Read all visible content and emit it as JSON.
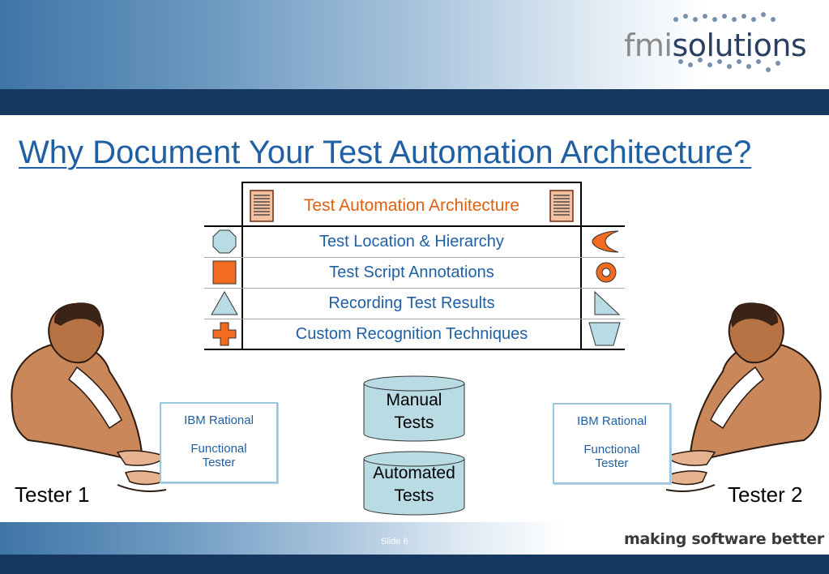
{
  "logo": {
    "part1": "fmi",
    "part2": "solutions"
  },
  "title": "Why Document Your Test Automation Architecture?",
  "architecture": {
    "header": "Test Automation Architecture",
    "rows": [
      {
        "label": "Test Location & Hierarchy",
        "left_icon": "octagon-icon",
        "right_icon": "crescent-icon"
      },
      {
        "label": "Test Script Annotations",
        "left_icon": "square-icon",
        "right_icon": "ring-icon"
      },
      {
        "label": "Recording Test Results",
        "left_icon": "triangle-icon",
        "right_icon": "right-triangle-icon"
      },
      {
        "label": "Custom Recognition Techniques",
        "left_icon": "cross-icon",
        "right_icon": "trapezoid-icon"
      }
    ]
  },
  "testers": [
    {
      "label": "Tester 1",
      "tool": {
        "line1": "IBM Rational",
        "line2": "Functional",
        "line3": "Tester"
      }
    },
    {
      "label": "Tester 2",
      "tool": {
        "line1": "IBM Rational",
        "line2": "Functional",
        "line3": "Tester"
      }
    }
  ],
  "repositories": [
    {
      "line1": "Manual",
      "line2": "Tests"
    },
    {
      "line1": "Automated",
      "line2": "Tests"
    }
  ],
  "footer": {
    "slide": "Slide 6",
    "tagline": "making software better"
  },
  "colors": {
    "accent": "#1f5fa3",
    "orange": "#e0600f",
    "navy": "#163760",
    "shape_fill": "#b9dbe3",
    "shape_orange": "#f26b21"
  }
}
